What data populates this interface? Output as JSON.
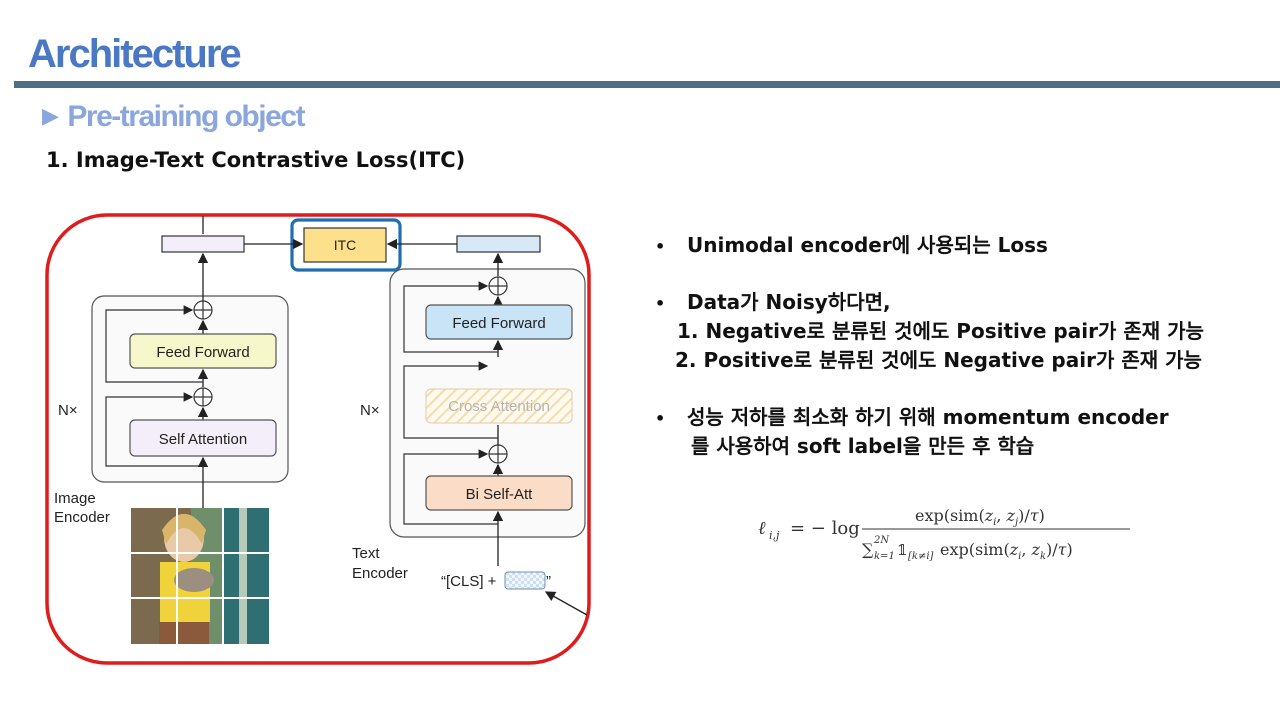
{
  "slide": {
    "title": "Architecture",
    "subtitle": "Pre-training object",
    "section_heading": "1. Image-Text Contrastive Loss(ITC)"
  },
  "bullets": {
    "b1": "Unimodal encoder에 사용되는 Loss",
    "b2": "Data가 Noisy하다면,",
    "b2_sub1": "1. Negative로 분류된 것에도 Positive pair가 존재 가능",
    "b2_sub2": "2. Positive로 분류된 것에도 Negative pair가 존재 가능",
    "b3_line1": "성능 저하를 최소화 하기 위해 momentum encoder",
    "b3_line2": "를 사용하여 soft label을 만든 후 학습"
  },
  "figure": {
    "itc": "ITC",
    "feed_forward_left": "Feed Forward",
    "self_attention": "Self Attention",
    "nx_left": "N×",
    "image_encoder_1": "Image",
    "image_encoder_2": "Encoder",
    "feed_forward_right": "Feed Forward",
    "cross_attention": "Cross Attention",
    "bi_self_att": "Bi Self-Att",
    "nx_right": "N×",
    "text_encoder_1": "Text",
    "text_encoder_2": "Encoder",
    "cls_input_left": "“[CLS] +",
    "cls_input_right": "”"
  },
  "colors": {
    "title": "#4a78c4",
    "subtitle": "#8aa6dc",
    "title_bar": "#4d6f86",
    "red_outline": "#e11a1a",
    "itc_highlight": "#1f6fb0",
    "itc_fill": "#fde08b",
    "feed_forward_left": "#f6f8cc",
    "self_attention": "#f4eefa",
    "feed_forward_right": "#c8e4f6",
    "bi_self_att": "#fbdcc6"
  }
}
